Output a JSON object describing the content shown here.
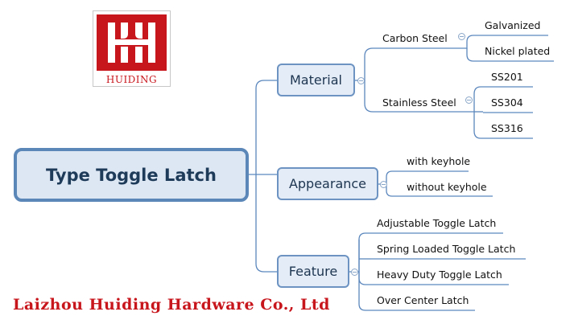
{
  "logo": {
    "text": "HUIDING",
    "brand_color": "#c8161d"
  },
  "root": {
    "label": "Type Toggle Latch"
  },
  "branches": {
    "material": {
      "label": "Material",
      "carbon_steel": {
        "label": "Carbon Steel",
        "items": [
          "Galvanized",
          "Nickel plated"
        ]
      },
      "stainless_steel": {
        "label": "Stainless Steel",
        "items": [
          "SS201",
          "SS304",
          "SS316"
        ]
      }
    },
    "appearance": {
      "label": "Appearance",
      "items": [
        "with keyhole",
        "without keyhole"
      ]
    },
    "feature": {
      "label": "Feature",
      "items": [
        "Adjustable Toggle Latch",
        "Spring Loaded Toggle Latch",
        "Heavy Duty Toggle Latch",
        "Over Center Latch"
      ]
    }
  },
  "footer": {
    "company": "Laizhou Huiding Hardware Co., Ltd"
  },
  "colors": {
    "line": "#5b87bd",
    "node_border": "#6c93c2",
    "node_fill": "#e4ecf7"
  }
}
